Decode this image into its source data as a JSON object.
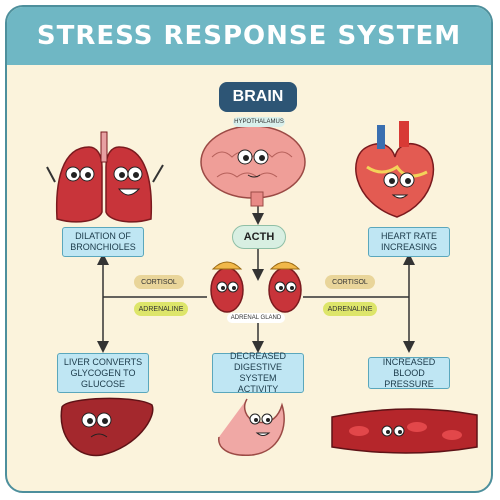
{
  "title": "STRESS RESPONSE SYSTEM",
  "brain": {
    "label": "BRAIN",
    "hypothalamus": "HYPOTHALAMUS"
  },
  "acth": "ACTH",
  "adrenal_gland": "ADRENAL GLAND",
  "hormones": {
    "left_cortisol": "CORTISOL",
    "left_adrenaline": "ADRENALINE",
    "right_cortisol": "CORTISOL",
    "right_adrenaline": "ADRENALINE"
  },
  "boxes": {
    "bronchioles": "DILATION OF\nBRONCHIOLES",
    "heart_rate": "HEART RATE\nINCREASING",
    "liver": "LIVER CONVERTS\nGLYCOGEN TO\nGLUCOSE",
    "digestive": "DECREASED\nDIGESTIVE SYSTEM\nACTIVITY",
    "blood_pressure": "INCREASED\nBLOOD PRESSURE"
  },
  "icons": [
    "lungs-icon",
    "brain-icon",
    "heart-icon",
    "adrenal-gland-icon",
    "liver-icon",
    "stomach-icon",
    "blood-vessel-icon"
  ],
  "colors": {
    "frame_border": "#4d8f9c",
    "title_bar": "#6fb7c4",
    "background": "#fbf3dc",
    "box_fill": "#bfe6f3",
    "brain_label": "#2d5575",
    "cortisol_pill": "#e9d59a",
    "adrenaline_pill": "#dde56a",
    "organ_red": "#c8343a",
    "brain_pink": "#ef9e98"
  }
}
